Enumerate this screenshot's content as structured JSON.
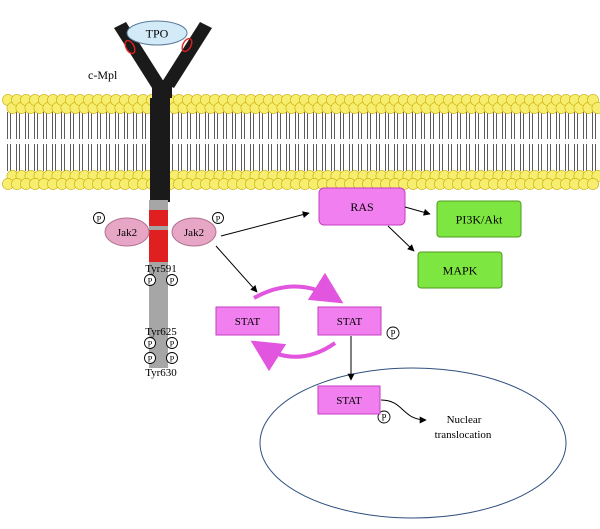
{
  "ligand": {
    "label": "TPO"
  },
  "receptor": {
    "label": "c-Mpl"
  },
  "kinases": [
    {
      "label": "Jak2"
    },
    {
      "label": "Jak2"
    }
  ],
  "phospho": {
    "symbol": "P"
  },
  "tyrosines": [
    {
      "label": "Tyr591"
    },
    {
      "label": "Tyr625"
    },
    {
      "label": "Tyr630"
    }
  ],
  "nodes": {
    "ras": "RAS",
    "pi3k": "PI3K/Akt",
    "mapk": "MAPK",
    "stat_left": "STAT",
    "stat_right": "STAT",
    "stat_nucleus": "STAT"
  },
  "nucleus": {
    "caption_line1": "Nuclear",
    "caption_line2": "translocation"
  },
  "colors": {
    "membrane_head": "#F7EE70",
    "membrane_head_stroke": "#C9A800",
    "receptor_black": "#1A1A1A",
    "receptor_red": "#E02020",
    "receptor_gray": "#A6A6A6",
    "jak": "#E8A6C6",
    "stat": "#F27FF0",
    "pathway_green": "#7EE640",
    "tpo": "#D3EBF8",
    "nucleus_stroke": "#2F4F7F"
  }
}
